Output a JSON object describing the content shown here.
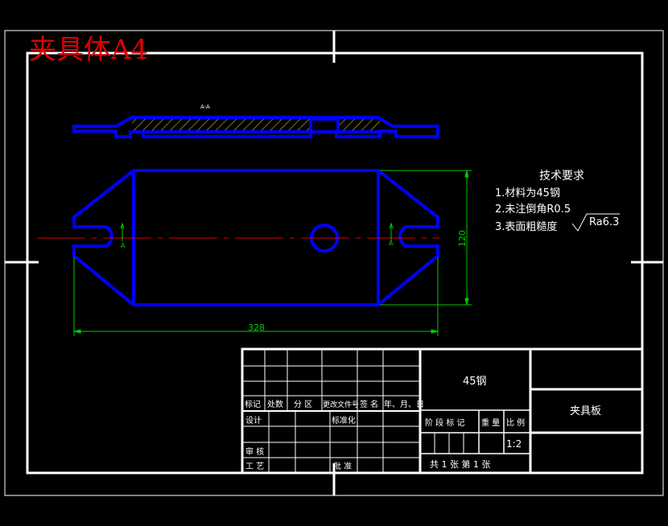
{
  "header": {
    "title": "夹具体A4"
  },
  "view_marker": "A-A",
  "dimensions": {
    "length": "328",
    "height": "120"
  },
  "section_marks": {
    "left": "A",
    "right": "A"
  },
  "tech_requirements": {
    "title": "技术要求",
    "items": [
      "1.材料为45钢",
      "2.未注倒角R0.5",
      "3.表面粗糙度"
    ],
    "roughness": "Ra6.3"
  },
  "title_block": {
    "material": "45钢",
    "part_name": "夹具板",
    "scale": "1:2",
    "sheet_info": "共 1 张  第 1 张",
    "labels": {
      "mark": "标记",
      "count": "处数",
      "zone": "分 区",
      "doc_no": "更改文件号",
      "sign": "签 名",
      "date": "年、月、日",
      "design": "设计",
      "standardize": "标准化",
      "stage_mark": "阶 段 标 记",
      "weight": "重 量",
      "scale": "比 例",
      "review": "审 核",
      "process": "工 艺",
      "approve": "批 准"
    }
  }
}
